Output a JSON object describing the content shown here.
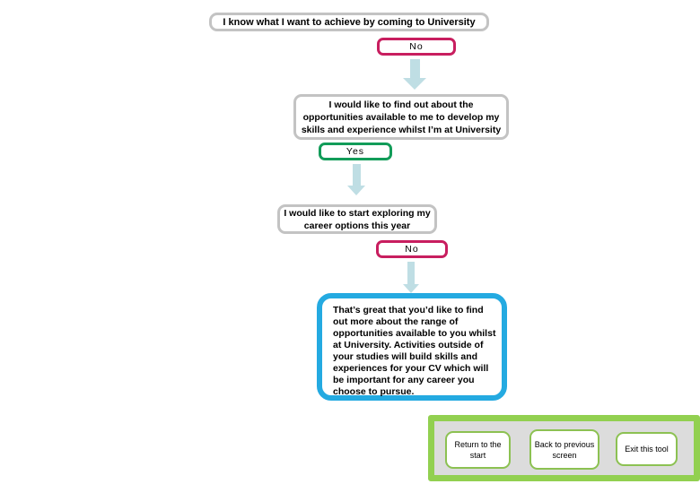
{
  "flow": {
    "statement1": "I know what I want to achieve by coming to University",
    "answer1": "No",
    "statement2": "I would like to find out about the opportunities available to me to develop my skills and experience whilst I’m at University",
    "answer2": "Yes",
    "statement3": "I would like to start exploring my career options this year",
    "answer3": "No",
    "result": "That’s great that you’d like to find out more about the range of opportunities available to you whilst at University.  Activities outside of your studies will build skills and experiences for your CV which will be important for any career you choose to pursue."
  },
  "nav": {
    "return_label": "Return to the start",
    "back_label": "Back to previous screen",
    "exit_label": "Exit this tool"
  },
  "colors": {
    "statement_border": "#c3c3c3",
    "no_border": "#c81e5f",
    "yes_border": "#129c59",
    "arrow_fill": "#bfdee4",
    "result_border": "#24aae1",
    "panel_frame": "#92d050",
    "panel_fill": "#dcdcdc",
    "nav_button_border": "#8cc152"
  }
}
